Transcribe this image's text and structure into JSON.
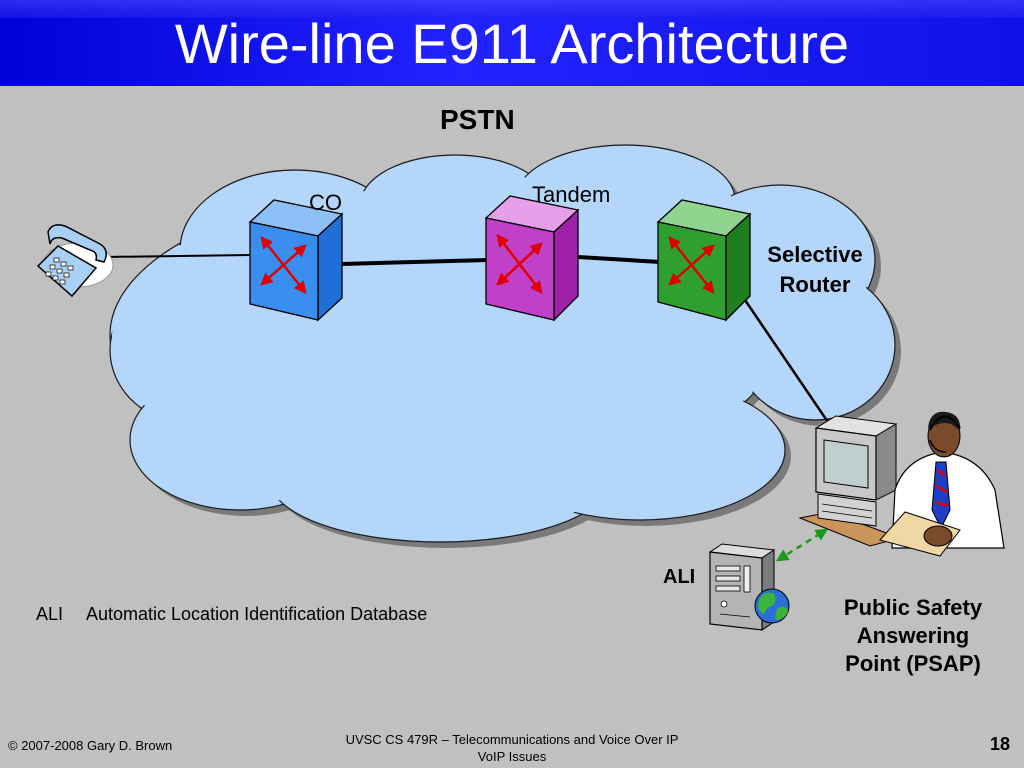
{
  "title": "Wire-line E911 Architecture",
  "diagram": {
    "cloud_label": "PSTN",
    "nodes": {
      "co": "CO",
      "tandem": "Tandem",
      "selective_router": [
        "Selective",
        "Router"
      ],
      "ali": "ALI",
      "psap": [
        "Public Safety",
        "Answering",
        "Point (PSAP)"
      ]
    },
    "legend": {
      "term": "ALI",
      "definition": "Automatic Location Identification Database"
    },
    "colors": {
      "co": "#3a8ef0",
      "tandem": "#c040c8",
      "selective_router": "#2fa02f",
      "cloud": "#b4d6fb",
      "dashed_link": "#1a9a1a"
    }
  },
  "footer": {
    "copyright": "© 2007-2008 Gary D. Brown",
    "course": "UVSC CS 479R – Telecommunications and Voice Over IP",
    "topic": "VoIP Issues",
    "page": "18"
  }
}
